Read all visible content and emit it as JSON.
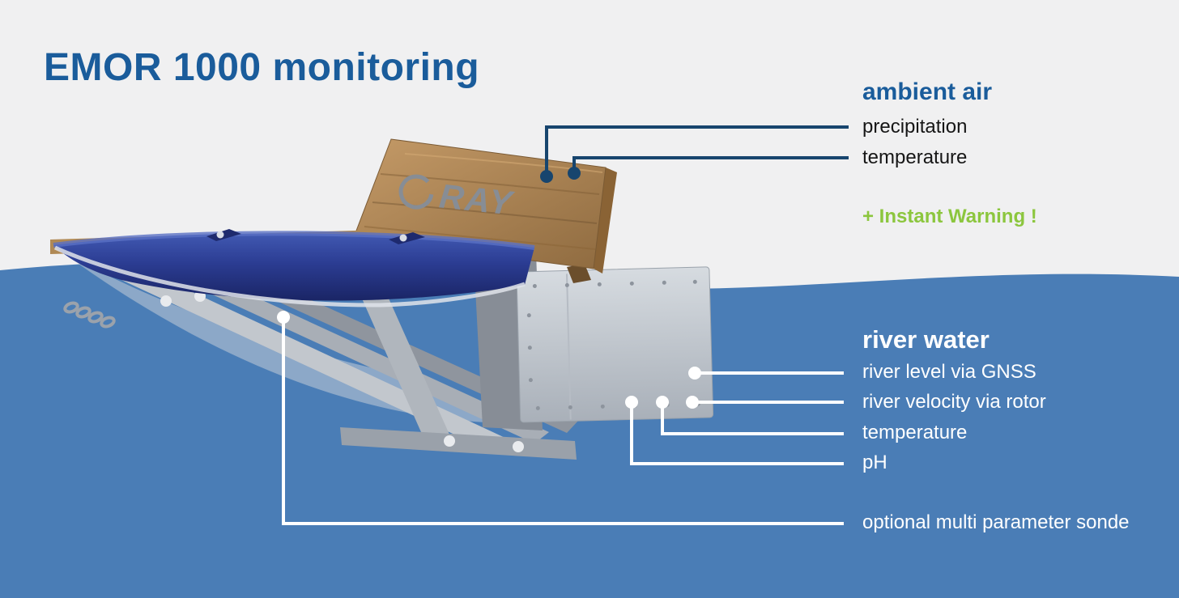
{
  "title": "EMOR 1000 monitoring",
  "logo_text": "RAY",
  "colors": {
    "background_top": "#f0f0f1",
    "water": "#4a7db6",
    "heading_blue": "#1a5c9b",
    "text_dark": "#161616",
    "text_light": "#ffffff",
    "warning_green": "#8cc63e",
    "callout_dark": "#17456e",
    "hull_blue": "#2b3c92",
    "wood_brown": "#a8804f",
    "sensor_gray": "#bfc6cd"
  },
  "ambient_air": {
    "heading": "ambient air",
    "items": [
      "precipitation",
      "temperature"
    ],
    "warning": "+ Instant Warning !"
  },
  "river_water": {
    "heading": "river water",
    "items": [
      "river level via GNSS",
      "river velocity via rotor",
      "temperature",
      "pH"
    ],
    "optional": "optional multi parameter sonde"
  }
}
